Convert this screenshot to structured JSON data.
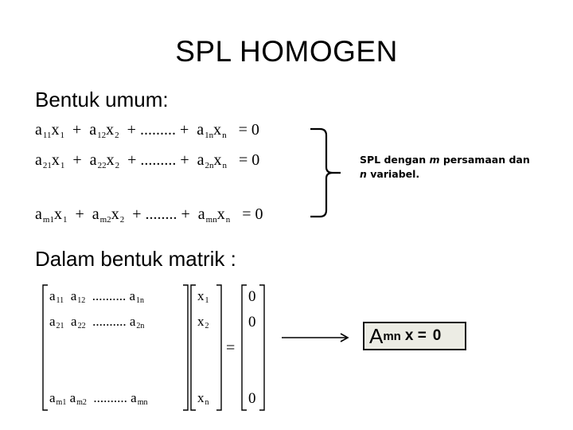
{
  "slide": {
    "title": "SPL HOMOGEN",
    "heading_general": "Bentuk umum:",
    "heading_matrix": "Dalam bentuk matrik :",
    "equations": [
      {
        "terms": [
          {
            "a": "a",
            "s": "11",
            "x": "x",
            "xs": "1"
          },
          {
            "a": "a",
            "s": "12",
            "x": "x",
            "xs": "2"
          }
        ],
        "dots": ".........",
        "last": {
          "a": "a",
          "s": "1n",
          "x": "x",
          "xs": "n"
        },
        "rhs": "0"
      },
      {
        "terms": [
          {
            "a": "a",
            "s": "21",
            "x": "x",
            "xs": "1"
          },
          {
            "a": "a",
            "s": "22",
            "x": "x",
            "xs": "2"
          }
        ],
        "dots": ".........",
        "last": {
          "a": "a",
          "s": "2n",
          "x": "x",
          "xs": "n"
        },
        "rhs": "0"
      },
      {
        "terms": [
          {
            "a": "a",
            "s": "m1",
            "x": "x",
            "xs": "1"
          },
          {
            "a": "a",
            "s": "m2",
            "x": "x",
            "xs": "2"
          }
        ],
        "dots": "........",
        "last": {
          "a": "a",
          "s": "mn",
          "x": "x",
          "xs": "n"
        },
        "rhs": "0"
      }
    ],
    "note": {
      "part1": "SPL dengan ",
      "m": "m",
      "part2": " persamaan dan",
      "n": "n",
      "part3": " variabel."
    },
    "matrix_A": [
      [
        "a",
        "11",
        "a",
        "12",
        "..........",
        "a",
        "1n"
      ],
      [
        "a",
        "21",
        "a",
        "22",
        "..........",
        "a",
        "2n"
      ],
      [
        "a",
        "m1",
        "a",
        "m2",
        "..........",
        "a",
        "mn"
      ]
    ],
    "vector_x": [
      [
        "x",
        "1"
      ],
      [
        "x",
        "2"
      ],
      [
        "x",
        "n"
      ]
    ],
    "vector_zero": [
      "0",
      "0",
      "0"
    ],
    "equals": "=",
    "plus": "+",
    "result": {
      "A": "A",
      "sub": "mn",
      "rest": "x =",
      "zero": "0"
    }
  }
}
